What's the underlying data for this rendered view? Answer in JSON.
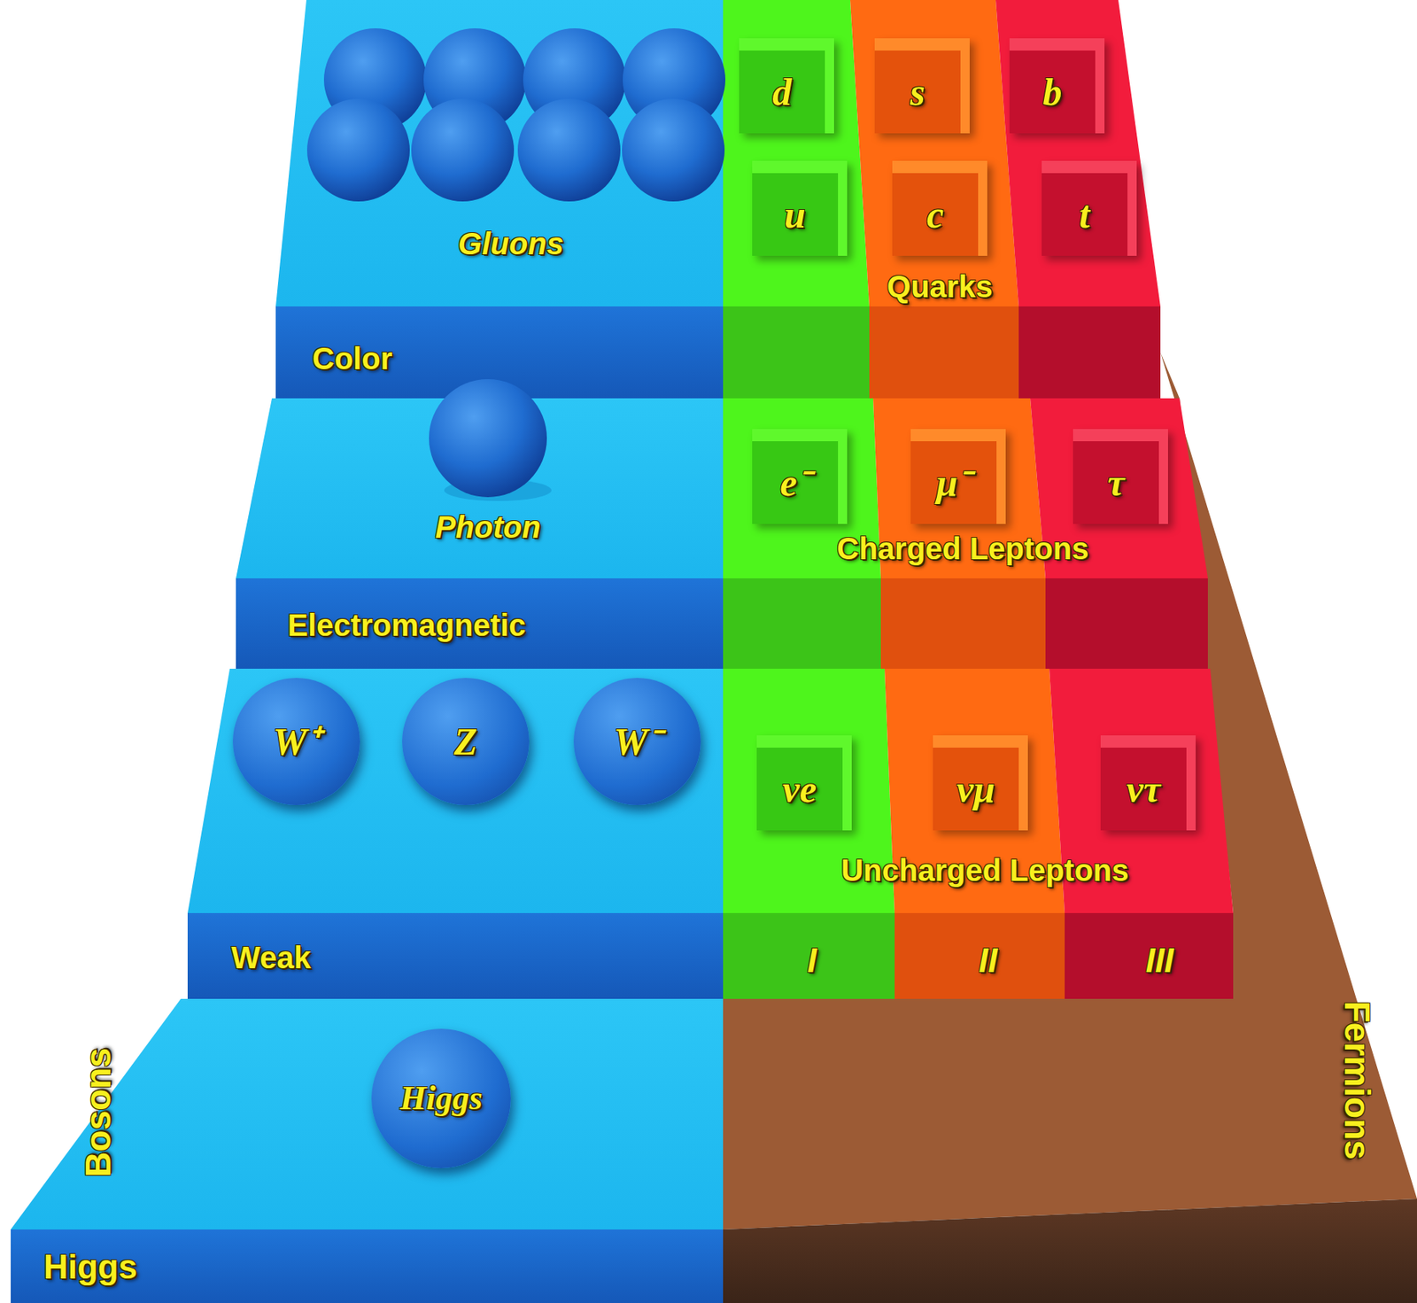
{
  "diagram": {
    "nodes": [
      {
        "text": [
          "d"
        ]
      },
      {
        "text": [
          "s"
        ]
      },
      {
        "text": [
          "b"
        ]
      },
      {
        "text": [
          "u"
        ]
      },
      {
        "text": [
          "c"
        ]
      },
      {
        "text": [
          "t"
        ]
      },
      {
        "text": [
          "e⁻"
        ]
      },
      {
        "text": [
          "μ⁻"
        ]
      },
      {
        "text": [
          "τ"
        ]
      },
      {
        "text": [
          "W⁺"
        ]
      },
      {
        "text": [
          "Z"
        ]
      },
      {
        "text": [
          "W⁻"
        ]
      },
      {
        "text": [
          "νe"
        ]
      },
      {
        "text": [
          "νμ"
        ]
      },
      {
        "text": [
          "ντ"
        ]
      },
      {
        "text": [
          "Higgs"
        ]
      }
    ],
    "labels": [
      "Gluons",
      "Quarks",
      "Color",
      "Photon",
      "Charged Leptons",
      "Electromagnetic",
      "Uncharged Leptons",
      "Weak",
      "I",
      "II",
      "III",
      "Bosons",
      "Fermions",
      "Higgs"
    ]
  }
}
